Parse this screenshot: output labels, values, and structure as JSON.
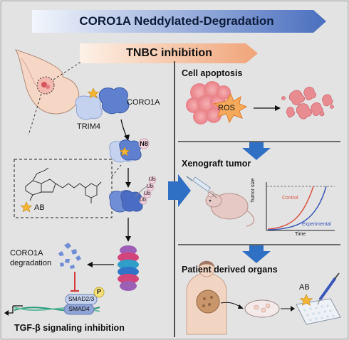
{
  "title": "CORO1A Neddylated-Degradation",
  "subtitle": "TNBC inhibition",
  "left": {
    "trim4_label": "TRIM4",
    "coro1a_label": "CORO1A",
    "n8_label": "N8",
    "ub_label": "Ub",
    "compound_label": "AB",
    "degradation_label_1": "CORO1A",
    "degradation_label_2": "degradation",
    "smad23_label": "SMAD2/3",
    "smad4_label": "SMAD4",
    "p_label": "P",
    "bottom_label": "TGF-β signaling inhibition"
  },
  "right": {
    "apoptosis_title": "Cell apoptosis",
    "ros_label": "ROS",
    "xenograft_title": "Xenograft tumor",
    "tumor_size_label": "Tumor size",
    "time_label": "Time",
    "control_label": "Control",
    "experimental_label": "Experimental",
    "organs_title": "Patient derived organs",
    "ab_label": "AB"
  },
  "colors": {
    "background": "#e3e3e3",
    "title_banner_start": "#eef2fa",
    "title_banner_end": "#4a6fbf",
    "subtitle_banner_start": "#fbe9dc",
    "subtitle_banner_end": "#f0a478",
    "protein_blue": "#6f8ed6",
    "arrow_blue": "#2f6fc4",
    "star": "#f3b634",
    "control_curve": "#d9543f",
    "experimental_curve": "#3a57b8"
  }
}
